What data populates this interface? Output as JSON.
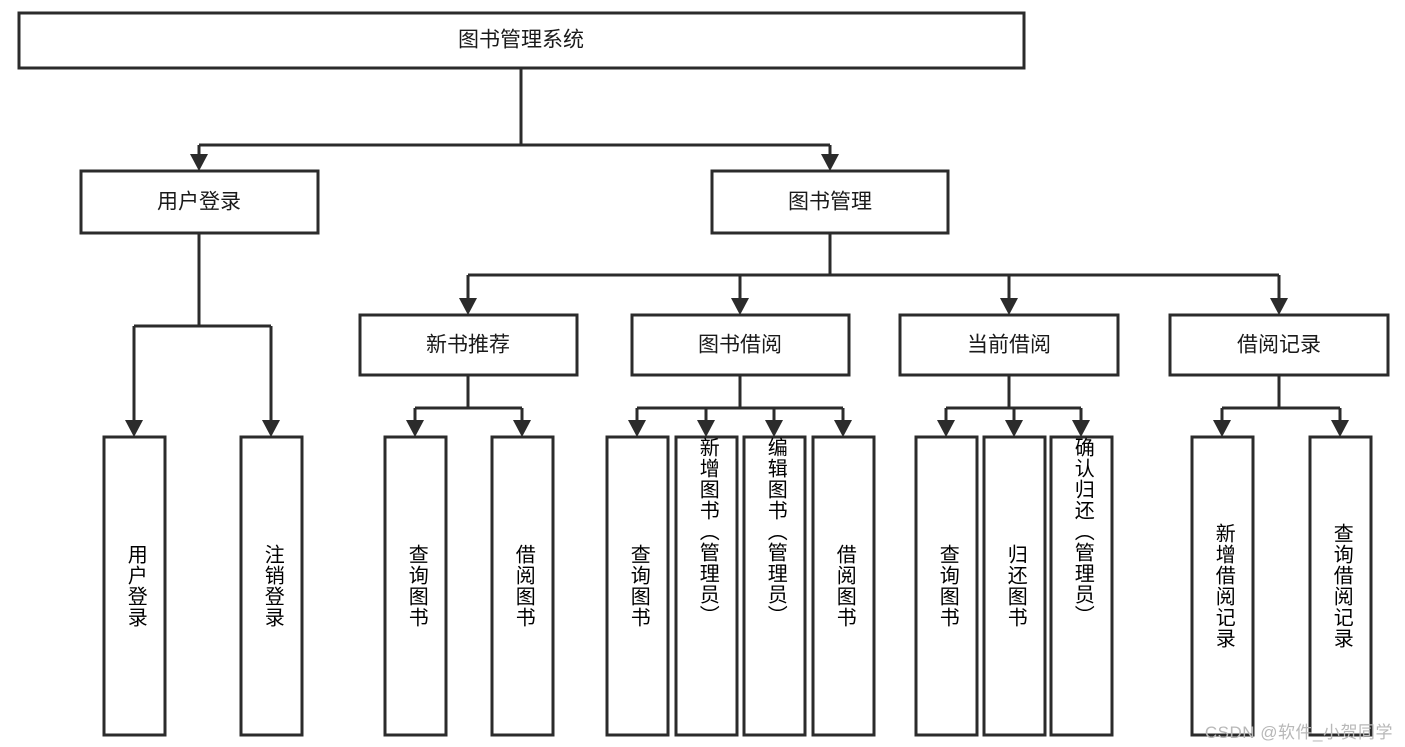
{
  "diagram": {
    "type": "tree-hierarchy",
    "title": "图书管理系统",
    "root": {
      "id": "root",
      "label": "图书管理系统",
      "orientation": "horizontal"
    },
    "level1": [
      {
        "id": "user-login",
        "label": "用户登录",
        "orientation": "horizontal"
      },
      {
        "id": "book-manage",
        "label": "图书管理",
        "orientation": "horizontal"
      }
    ],
    "level2": [
      {
        "id": "new-book-recommend",
        "label": "新书推荐",
        "parent": "book-manage",
        "orientation": "horizontal"
      },
      {
        "id": "book-borrow",
        "label": "图书借阅",
        "parent": "book-manage",
        "orientation": "horizontal"
      },
      {
        "id": "current-borrow",
        "label": "当前借阅",
        "parent": "book-manage",
        "orientation": "horizontal"
      },
      {
        "id": "borrow-record",
        "label": "借阅记录",
        "parent": "book-manage",
        "orientation": "horizontal"
      }
    ],
    "leaves": [
      {
        "id": "leaf-user-login",
        "label": "用户登录",
        "parent": "user-login",
        "orientation": "vertical"
      },
      {
        "id": "leaf-logout-login",
        "label": "注销登录",
        "parent": "user-login",
        "orientation": "vertical"
      },
      {
        "id": "leaf-query-book-rec",
        "label": "查询图书",
        "parent": "new-book-recommend",
        "orientation": "vertical"
      },
      {
        "id": "leaf-borrow-book-rec",
        "label": "借阅图书",
        "parent": "new-book-recommend",
        "orientation": "vertical"
      },
      {
        "id": "leaf-query-book-borrow",
        "label": "查询图书",
        "parent": "book-borrow",
        "orientation": "vertical"
      },
      {
        "id": "leaf-add-book-admin",
        "label": "新增图书（管理员）",
        "parent": "book-borrow",
        "orientation": "vertical"
      },
      {
        "id": "leaf-edit-book-admin",
        "label": "编辑图书（管理员）",
        "parent": "book-borrow",
        "orientation": "vertical"
      },
      {
        "id": "leaf-borrow-book",
        "label": "借阅图书",
        "parent": "book-borrow",
        "orientation": "vertical"
      },
      {
        "id": "leaf-query-book-current",
        "label": "查询图书",
        "parent": "current-borrow",
        "orientation": "vertical"
      },
      {
        "id": "leaf-return-book",
        "label": "归还图书",
        "parent": "current-borrow",
        "orientation": "vertical"
      },
      {
        "id": "leaf-confirm-return-admin",
        "label": "确认归还（管理员）",
        "parent": "current-borrow",
        "orientation": "vertical"
      },
      {
        "id": "leaf-add-borrow-record",
        "label": "新增借阅记录",
        "parent": "borrow-record",
        "orientation": "vertical"
      },
      {
        "id": "leaf-query-borrow-record",
        "label": "查询借阅记录",
        "parent": "borrow-record",
        "orientation": "vertical"
      }
    ],
    "colors": {
      "box_stroke": "#2b2b2b",
      "box_fill": "#ffffff",
      "text": "#1a1a1a",
      "connector": "#2b2b2b",
      "background": "#ffffff",
      "watermark": "#b8b8b8"
    }
  },
  "watermark": {
    "text": "CSDN @软件_小贺同学"
  }
}
